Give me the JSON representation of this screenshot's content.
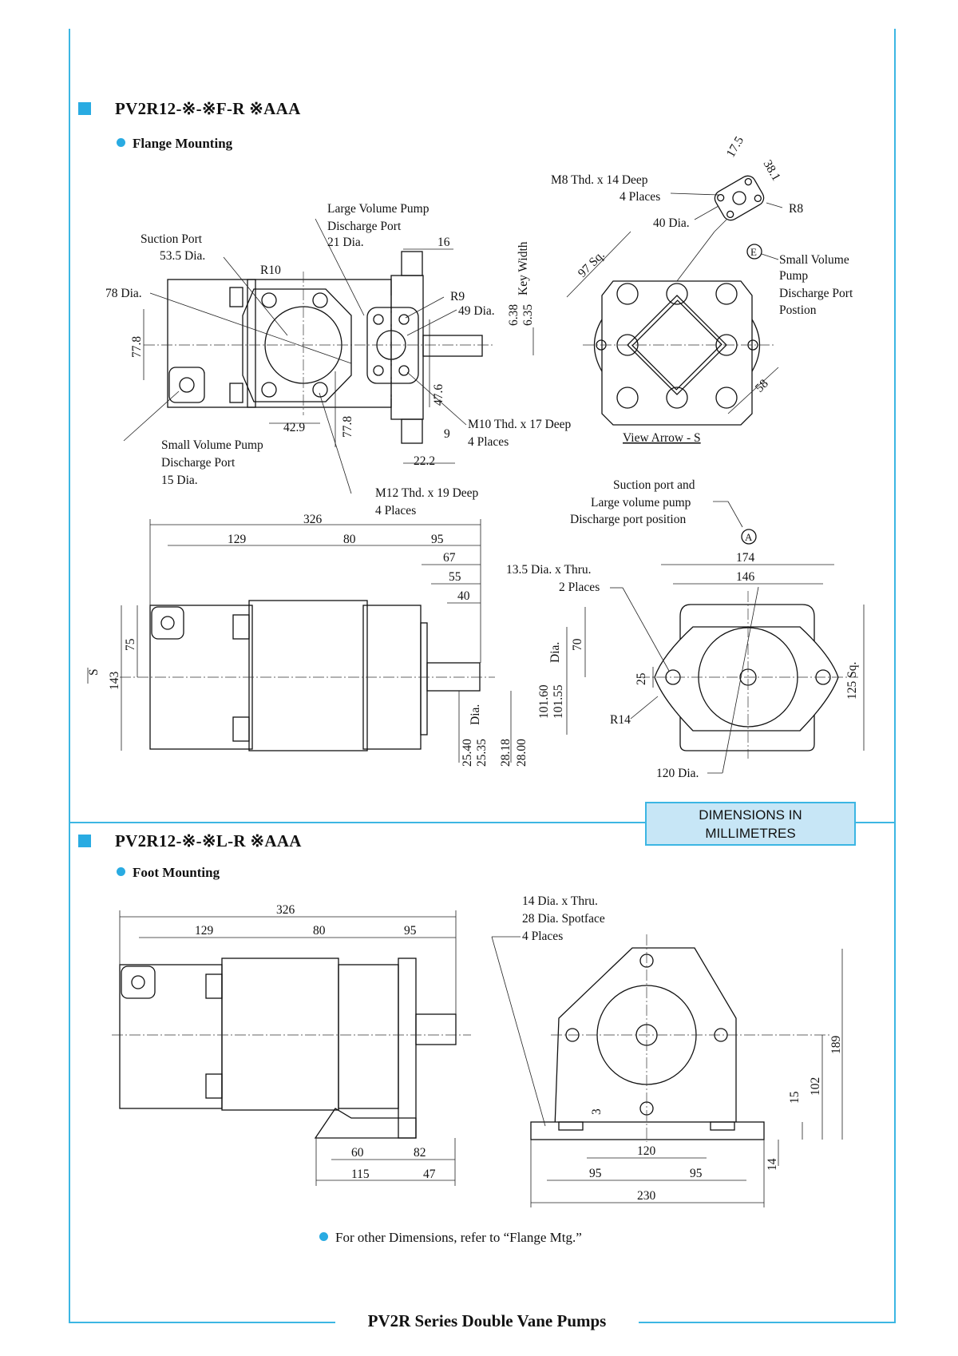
{
  "section1": {
    "heading": "PV2R12-※-※F-R ※AAA",
    "subheading": "Flange Mounting",
    "labels": {
      "m8": "M8 Thd. x 14 Deep",
      "m8_places": "4 Places",
      "dia40": "40 Dia.",
      "r8": "R8",
      "d175": "17.5",
      "d381": "38.1",
      "large_pump_1": "Large Volume Pump",
      "large_pump_2": "Discharge Port",
      "large_pump_3": "21 Dia.",
      "d16": "16",
      "suction_1": "Suction Port",
      "suction_2": "53.5 Dia.",
      "r10": "R10",
      "dia78": "78 Dia.",
      "r9": "R9",
      "dia49": "49 Dia.",
      "d638": "6.38",
      "d635": "6.35",
      "key_width": "Key Width",
      "d778a": "77.8",
      "d476": "47.6",
      "d429": "42.9",
      "d778b": "77.8",
      "d9": "9",
      "d222": "22.2",
      "m10": "M10 Thd. x 17 Deep",
      "m10_places": "4 Places",
      "small_pump_1": "Small Volume Pump",
      "small_pump_2": "Discharge Port",
      "small_pump_3": "15 Dia.",
      "m12": "M12 Thd. x 19 Deep",
      "m12_places": "4 Places",
      "sq97": "97 Sq.",
      "d58": "58",
      "marker_e": "E",
      "small_vol_1": "Small Volume",
      "small_vol_2": "Pump",
      "small_vol_3": "Discharge Port",
      "small_vol_4": "Postion",
      "view_arrow": "View Arrow - S",
      "suction_pos_1": "Suction port and",
      "suction_pos_2": "Large volume pump",
      "suction_pos_3": "Discharge port position",
      "marker_a": "A",
      "d326": "326",
      "d129": "129",
      "d80": "80",
      "d95": "95",
      "d67": "67",
      "d55": "55",
      "d40": "40",
      "thru135": "13.5 Dia. x Thru.",
      "places2": "2 Places",
      "d174": "174",
      "d146": "146",
      "d75": "75",
      "d143": "143",
      "s_mark": "S",
      "d70": "70",
      "d10160": "101.60",
      "d10155": "101.55",
      "dia_v": "Dia.",
      "d2540": "25.40",
      "d2535": "25.35",
      "dia_v2": "Dia.",
      "d2818": "28.18",
      "d2800": "28.00",
      "d25": "25",
      "r14": "R14",
      "sq125": "125 Sq.",
      "dia120": "120 Dia."
    }
  },
  "dimensions_box": {
    "line1": "DIMENSIONS IN",
    "line2": "MILLIMETRES"
  },
  "section2": {
    "heading": "PV2R12-※-※L-R ※AAA",
    "subheading": "Foot Mounting",
    "labels": {
      "d326": "326",
      "d129": "129",
      "d80": "80",
      "d95": "95",
      "thru14": "14 Dia. x Thru.",
      "spot28": "28 Dia. Spotface",
      "places4": "4 Places",
      "d60": "60",
      "d82": "82",
      "d115": "115",
      "d47": "47",
      "d3": "3",
      "d120": "120",
      "d95a": "95",
      "d95b": "95",
      "d230": "230",
      "d14": "14",
      "d15": "15",
      "d102": "102",
      "d189": "189"
    },
    "note": "For other Dimensions, refer to “Flange Mtg.”"
  },
  "footer": "PV2R Series Double Vane Pumps",
  "colors": {
    "accent": "#29abe2",
    "frame": "#3cb6e3",
    "box_fill": "#c7e6f6"
  }
}
